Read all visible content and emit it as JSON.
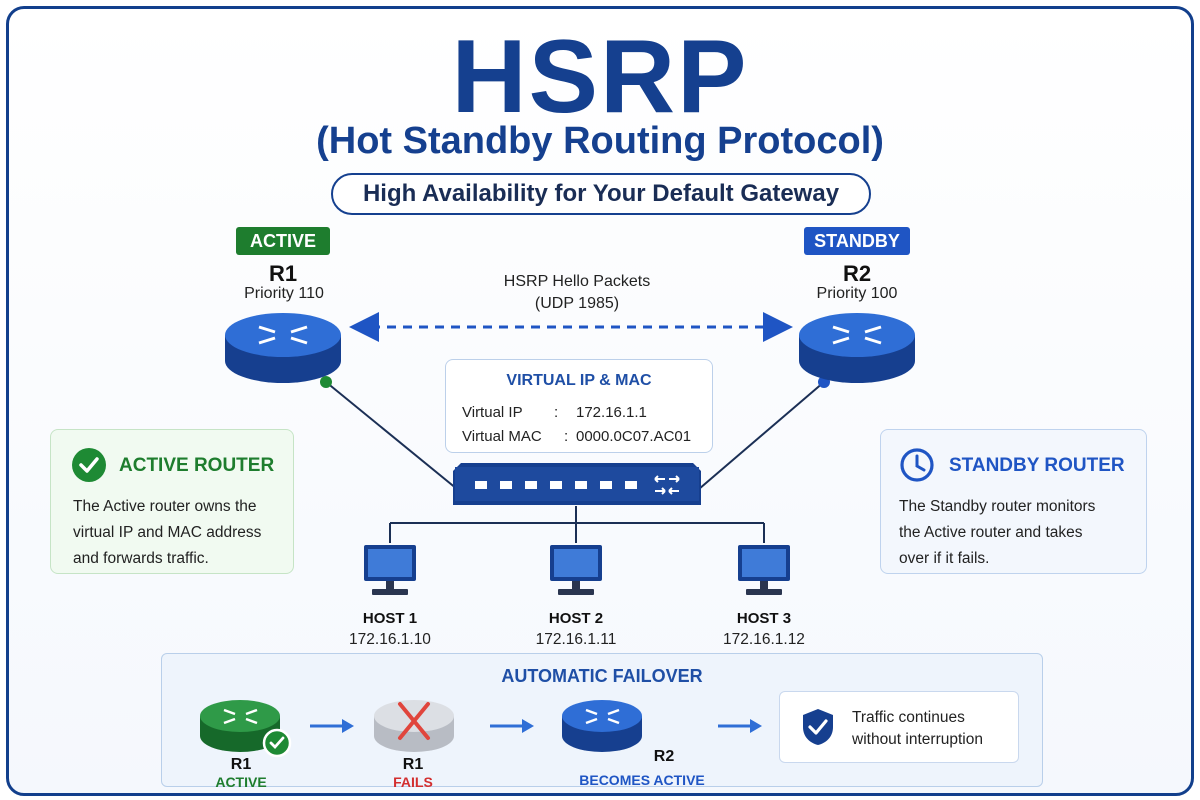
{
  "title": "HSRP",
  "subtitle": "(Hot Standby Routing Protocol)",
  "tagline": "High Availability for Your Default Gateway",
  "colors": {
    "primary": "#15408f",
    "active": "#1e7d2e",
    "standby": "#1f55c4",
    "fail": "#d32f2f"
  },
  "routers": {
    "r1": {
      "badge": "ACTIVE",
      "name": "R1",
      "priority": "Priority 110"
    },
    "r2": {
      "badge": "STANDBY",
      "name": "R2",
      "priority": "Priority 100"
    }
  },
  "hello": {
    "line1": "HSRP Hello Packets",
    "line2": "(UDP 1985)"
  },
  "virtual": {
    "title": "VIRTUAL IP & MAC",
    "ip_label": "Virtual IP",
    "ip_sep": ":",
    "ip_value": "172.16.1.1",
    "mac_label": "Virtual MAC",
    "mac_sep": ":",
    "mac_value": "0000.0C07.AC01"
  },
  "active_card": {
    "icon": "check-circle-icon",
    "title": "ACTIVE ROUTER",
    "lines": [
      "The Active router owns the",
      "virtual IP and MAC address",
      "and forwards traffic."
    ]
  },
  "standby_card": {
    "icon": "clock-icon",
    "title": "STANDBY ROUTER",
    "lines": [
      "The Standby router monitors",
      "the Active router and takes",
      "over if it fails."
    ]
  },
  "hosts": [
    {
      "name": "HOST 1",
      "ip": "172.16.1.10"
    },
    {
      "name": "HOST 2",
      "ip": "172.16.1.11"
    },
    {
      "name": "HOST 3",
      "ip": "172.16.1.12"
    }
  ],
  "failover": {
    "title": "AUTOMATIC FAILOVER",
    "step1": {
      "name": "R1",
      "status": "ACTIVE"
    },
    "step2": {
      "name": "R1",
      "status": "FAILS"
    },
    "step3": {
      "name": "R2",
      "status": "BECOMES ACTIVE"
    },
    "result_line1": "Traffic continues",
    "result_line2": "without interruption",
    "result_icon": "shield-check-icon"
  }
}
